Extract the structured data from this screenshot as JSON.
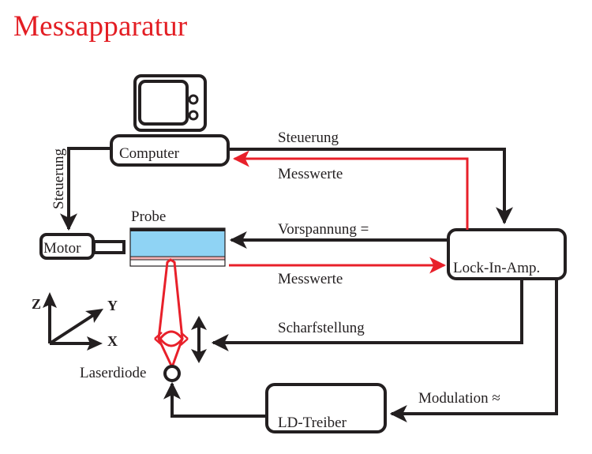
{
  "title": "Messapparatur",
  "colors": {
    "title": "#e31e24",
    "line": "#231f20",
    "signal": "#e8202a",
    "sample_body": "#8fd3f4",
    "sample_layer": "#f6b3b5"
  },
  "components": {
    "monitor": "monitor-icon",
    "computer": "Computer",
    "motor": "Motor",
    "sample": "Probe",
    "lockin": "Lock-In-Amp.",
    "laserdiode": "Laserdiode",
    "ld_driver": "LD-Treiber"
  },
  "connections": {
    "computer_to_motor": "Steuerung",
    "computer_to_lockin": "Steuerung",
    "lockin_to_computer": "Messwerte",
    "lockin_to_sample": "Vorspannung =",
    "sample_to_lockin": "Messwerte",
    "lockin_to_lens": "Scharfstellung",
    "lockin_to_driver": "Modulation ≈"
  },
  "axes": {
    "z": "Z",
    "y": "Y",
    "x": "X"
  }
}
